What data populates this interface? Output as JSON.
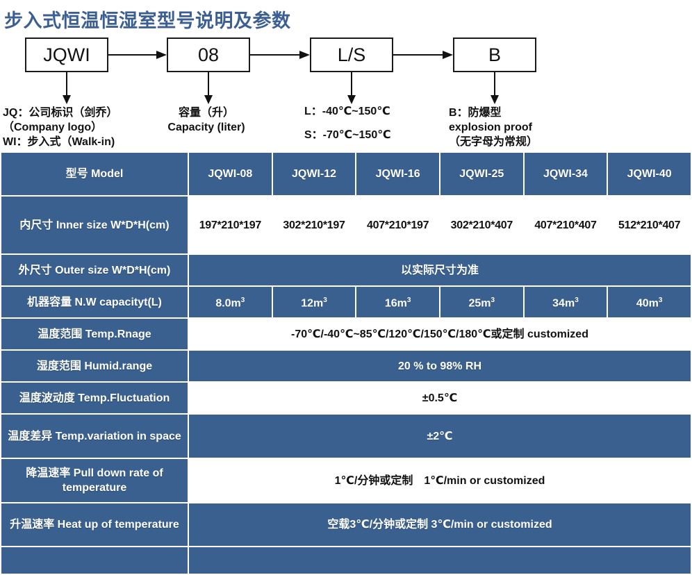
{
  "title": "步入式恒温恒湿室型号说明及参数",
  "diagram": {
    "boxes": [
      {
        "label": "JQWI"
      },
      {
        "label": "08"
      },
      {
        "label": "L/S"
      },
      {
        "label": "B"
      }
    ],
    "captions": [
      "JQ：公司标识（剑乔）\n（Company logo）\nWI：步入式（Walk-in)",
      "容量（升）\nCapacity (liter)",
      "L：-40℃~150℃\n\nS：-70℃~150℃",
      "B：防爆型\nexplosion proof\n（无字母为常规）"
    ]
  },
  "table": {
    "header": {
      "label": "型号 Model",
      "models": [
        "JQWI-08",
        "JQWI-12",
        "JQWI-16",
        "JQWI-25",
        "JQWI-34",
        "JQWI-40"
      ]
    },
    "rows": [
      {
        "label": "内尺寸 Inner size W*D*H(cm)",
        "style": "light",
        "cells": [
          "197*210*197",
          "302*210*197",
          "407*210*197",
          "302*210*407",
          "407*210*407",
          "512*210*407"
        ]
      },
      {
        "label": "外尺寸 Outer size W*D*H(cm)",
        "style": "blue",
        "span": "以实际尺寸为准"
      },
      {
        "label": "机器容量 N.W capacityt(L)",
        "style": "blue",
        "cells": [
          "8.0m3",
          "12m3",
          "16m3",
          "25m3",
          "34m3",
          "40m3"
        ],
        "cells_base": [
          "8.0m",
          "12m",
          "16m",
          "25m",
          "34m",
          "40m"
        ],
        "cells_sup": [
          "3",
          "3",
          "3",
          "3",
          "3",
          "3"
        ]
      },
      {
        "label": "温度范围 Temp.Rnage",
        "style": "light",
        "span": "-70℃/-40℃~85℃/120℃/150℃/180℃或定制 customized"
      },
      {
        "label": "湿度范围 Humid.range",
        "style": "blue",
        "span": "20 % to 98% RH"
      },
      {
        "label": "温度波动度 Temp.Fluctuation",
        "style": "light",
        "span": "±0.5℃"
      },
      {
        "label": "温度差异 Temp.variation in space",
        "style": "blue",
        "span": "±2℃"
      },
      {
        "label": "降温速率 Pull down rate of temperature",
        "style": "light",
        "span": "1℃/分钟或定制　1℃/min or customized"
      },
      {
        "label": "升温速率 Heat up of temperature",
        "style": "blue",
        "span": "空载3℃/分钟或定制 3℃/min or customized"
      },
      {
        "label": "",
        "style": "blue",
        "span": ""
      }
    ]
  },
  "colors": {
    "brand_blue": "#3a608f",
    "title_blue": "#3b5f92",
    "white": "#ffffff",
    "text_dark": "#111111"
  }
}
